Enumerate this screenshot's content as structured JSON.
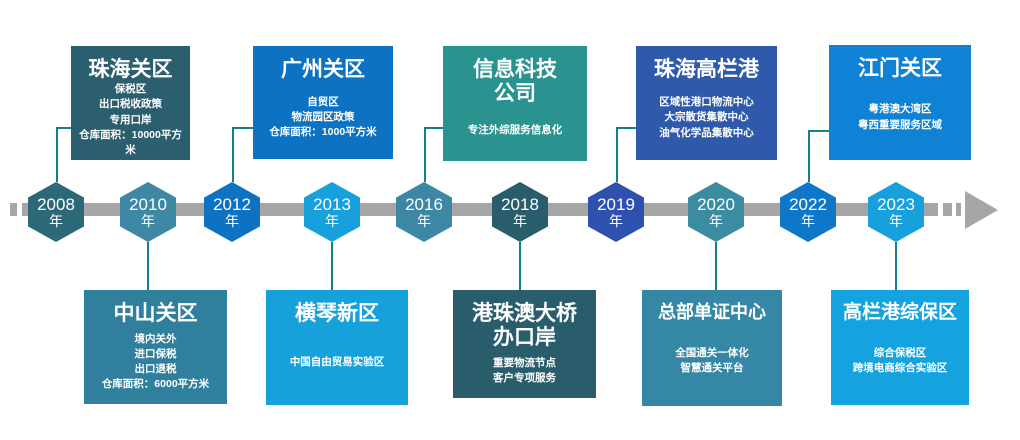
{
  "canvas": {
    "background": "#FFFFFF"
  },
  "timeline": {
    "bar_color": "#A6A6A6",
    "arrow_color": "#A6A6A6",
    "connector_color": "#177E8C",
    "events": [
      {
        "year": "2008",
        "suffix": "年",
        "side": "top",
        "title": "珠海关区",
        "lines": [
          "保税区",
          "出口税收政策",
          "专用口岸",
          "仓库面积：10000平方米"
        ],
        "box_color": "#2B5E6E",
        "hex_color": "#2C6878"
      },
      {
        "year": "2010",
        "suffix": "年",
        "side": "bottom",
        "title": "中山关区",
        "lines": [
          "境内关外",
          "进口保税",
          "出口退税",
          "仓库面积：6000平方米"
        ],
        "box_color": "#2F7F9D",
        "hex_color": "#3E88A5"
      },
      {
        "year": "2012",
        "suffix": "年",
        "side": "top",
        "title": "广州关区",
        "lines": [
          "自贸区",
          "物流园区政策",
          "仓库面积：1000平方米"
        ],
        "box_color": "#0E72C2",
        "hex_color": "#0E72C2"
      },
      {
        "year": "2013",
        "suffix": "年",
        "side": "bottom",
        "title": "横琴新区",
        "lines": [
          "中国自由贸易实验区"
        ],
        "box_color": "#16A1DB",
        "hex_color": "#18A0DC"
      },
      {
        "year": "2016",
        "suffix": "年",
        "side": "top",
        "title": "信息科技\n公司",
        "lines": [
          "专注外综服务信息化"
        ],
        "box_color": "#2A9390",
        "hex_color": "#3E87A4"
      },
      {
        "year": "2018",
        "suffix": "年",
        "side": "bottom",
        "title": "港珠澳大桥\n办口岸",
        "lines": [
          "重要物流节点",
          "客户专项服务"
        ],
        "box_color": "#2A5D6B",
        "hex_color": "#2A5D6B"
      },
      {
        "year": "2019",
        "suffix": "年",
        "side": "top",
        "title": "珠海高栏港",
        "lines": [
          "区域性港口物流中心",
          "大宗散货集散中心",
          "油气化学品集散中心"
        ],
        "box_color": "#2F5AAB",
        "hex_color": "#2F51AE"
      },
      {
        "year": "2020",
        "suffix": "年",
        "side": "bottom",
        "title": "总部单证中心",
        "lines": [
          "全国通关一体化",
          "智慧通关平台"
        ],
        "box_color": "#3587A6",
        "hex_color": "#3B8CA1"
      },
      {
        "year": "2022",
        "suffix": "年",
        "side": "top",
        "title": "江门关区",
        "lines": [
          "粤港澳大湾区",
          "粤西重要服务区域"
        ],
        "box_color": "#0F82D5",
        "hex_color": "#0E77C8"
      },
      {
        "year": "2023",
        "suffix": "年",
        "side": "bottom",
        "title": "高栏港综保区",
        "lines": [
          "综合保税区",
          "跨境电商综合实验区"
        ],
        "box_color": "#14A3DE",
        "hex_color": "#18A0DC"
      }
    ]
  }
}
